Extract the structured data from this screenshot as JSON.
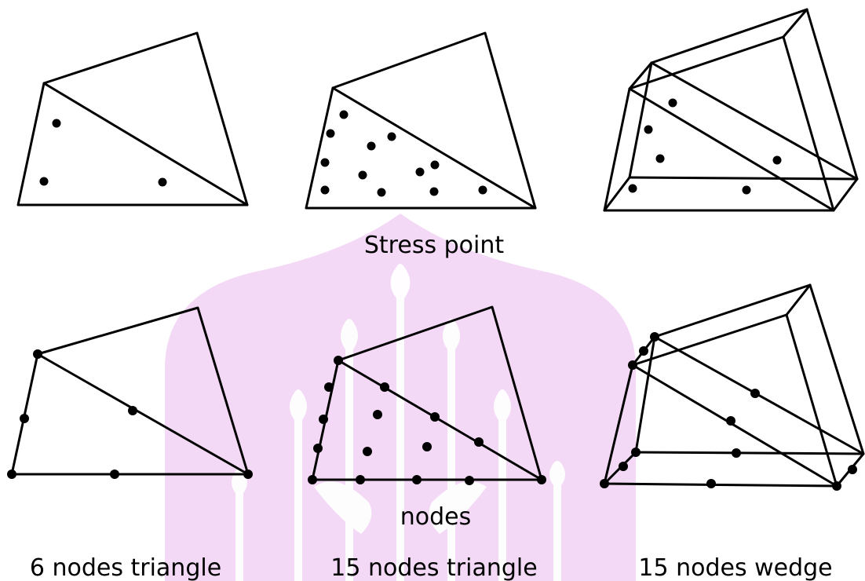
{
  "labels": {
    "stress_point": "Stress point",
    "nodes": "nodes",
    "tri6": "6 nodes triangle",
    "tri15": "15 nodes triangle",
    "wedge15": "15 nodes wedge"
  },
  "colors": {
    "line": "#000000",
    "point": "#000000",
    "watermark": "#f3d9f6"
  },
  "watermark": "university-crest-watermark"
}
